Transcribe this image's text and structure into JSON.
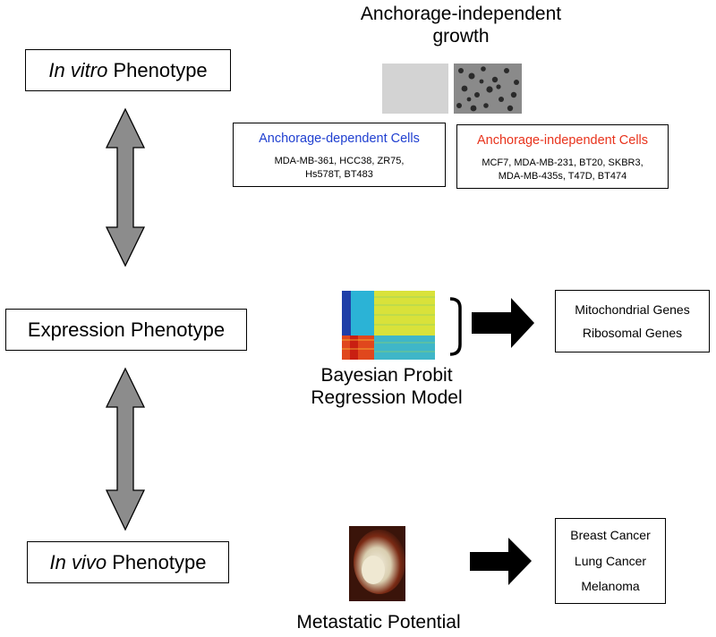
{
  "diagram": {
    "phenotypes": {
      "in_vitro": {
        "italic": "In vitro",
        "rest": " Phenotype"
      },
      "expression": {
        "label": "Expression Phenotype"
      },
      "in_vivo": {
        "italic": "In vivo",
        "rest": " Phenotype"
      }
    },
    "growth_caption": [
      "Anchorage-independent",
      "growth"
    ],
    "cell_groups": {
      "dependent": {
        "title": "Anchorage-dependent Cells",
        "color": "#1f3fd0",
        "lines": [
          "MDA-MB-361, HCC38, ZR75,",
          "Hs578T, BT483"
        ]
      },
      "independent": {
        "title": "Anchorage-independent Cells",
        "color": "#e8331c",
        "lines": [
          "MCF7, MDA-MB-231, BT20, SKBR3,",
          "MDA-MB-435s, T47D, BT474"
        ]
      }
    },
    "model_caption": [
      "Bayesian Probit",
      "Regression Model"
    ],
    "gene_sets": [
      "Mitochondrial Genes",
      "Ribosomal Genes"
    ],
    "metastasis_caption": "Metastatic Potential",
    "cancers": [
      "Breast Cancer",
      "Lung Cancer",
      "Melanoma"
    ],
    "colors": {
      "connector_fill": "#8c8c8c",
      "arrow_fill": "#000000",
      "heatmap_warm": "#e0471d",
      "heatmap_yellow": "#d9e23a",
      "heatmap_cyan": "#2bb3d6",
      "heatmap_blue": "#1f3fa8"
    }
  }
}
